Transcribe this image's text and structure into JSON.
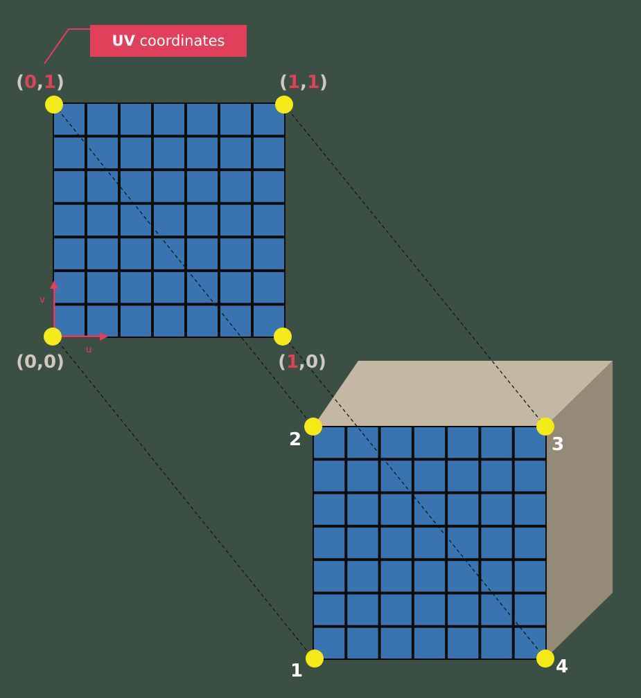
{
  "title_label": {
    "bold": "UV",
    "text": "coordinates"
  },
  "uv_corners": [
    {
      "a": "0",
      "b": "1",
      "a_red": true,
      "b_red": true,
      "text": "(0,1)"
    },
    {
      "a": "1",
      "b": "1",
      "a_red": true,
      "b_red": true,
      "text": "(1,1)"
    },
    {
      "a": "0",
      "b": "0",
      "a_red": false,
      "b_red": false,
      "text": "(0,0)"
    },
    {
      "a": "1",
      "b": "0",
      "a_red": true,
      "b_red": false,
      "text": "(1,0)"
    }
  ],
  "axes": {
    "u_label": "u",
    "v_label": "v"
  },
  "cube_corners": [
    "2",
    "3",
    "1",
    "4"
  ],
  "grid": {
    "rows": 7,
    "cols": 7
  },
  "colors": {
    "background": "#3c4f44",
    "tile_blue": "#3a74b0",
    "grid_line": "#0c0c0c",
    "vertex_yellow": "#f4ea16",
    "accent_red": "#e0405a",
    "paren_gray": "#cfc8bf",
    "cube_top": "#c4b8a4",
    "cube_side": "#958a77",
    "corner_number": "#ffffff"
  }
}
